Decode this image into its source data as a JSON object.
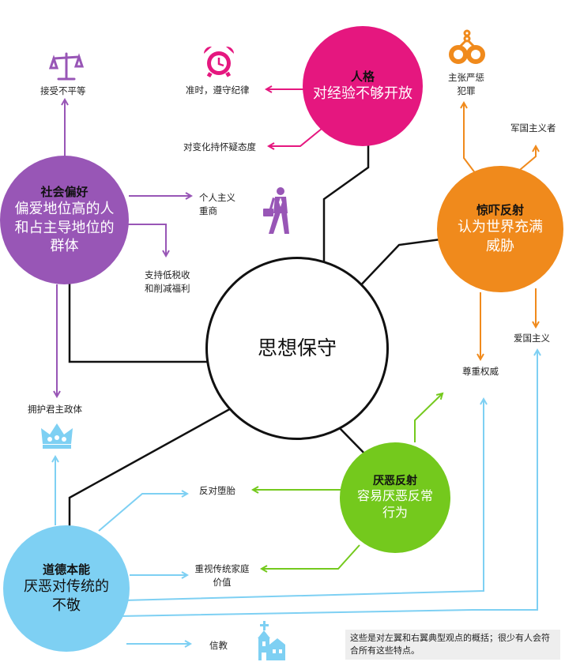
{
  "center": {
    "title": "思想保守"
  },
  "personality": {
    "title": "人格",
    "subtitle": "对经验不够开放"
  },
  "social": {
    "title": "社会偏好",
    "subtitle_line1": "偏爱地位高的人",
    "subtitle_line2": "和占主导地位的",
    "subtitle_line3": "群体"
  },
  "startle": {
    "title": "惊吓反射",
    "subtitle_line1": "认为世界充满",
    "subtitle_line2": "威胁"
  },
  "disgust": {
    "title": "厌恶反射",
    "subtitle_line1": "容易厌恶反常",
    "subtitle_line2": "行为"
  },
  "moral": {
    "title": "道德本能",
    "subtitle_line1": "厌恶对传统的",
    "subtitle_line2": "不敬"
  },
  "labels": {
    "accept_inequality": "接受不平等",
    "punctual": "准时，遵守纪律",
    "suspicious_change": "对变化持怀疑态度",
    "strict_punish_line1": "主张严惩",
    "strict_punish_line2": "犯罪",
    "militarist": "军国主义者",
    "individualism_line1": "个人主义",
    "individualism_line2": "重商",
    "tax_line1": "支持低税收",
    "tax_line2": "和削减福利",
    "patriotism": "爱国主义",
    "respect_authority": "尊重权威",
    "monarchy": "拥护君主政体",
    "anti_abortion": "反对堕胎",
    "family_values_line1": "重视传统家庭",
    "family_values_line2": "价值",
    "religion": "信教"
  },
  "footnote": "这些是对左翼和右翼典型观点的概括；很少有人会符合所有这些特点。",
  "icons": [
    "scales-icon",
    "alarm-clock-icon",
    "handcuffs-icon",
    "businessman-icon",
    "crown-icon",
    "church-icon"
  ],
  "colors": {
    "personality": "#e5177f",
    "social": "#9856b6",
    "startle": "#f08a1c",
    "disgust": "#74c91d",
    "moral": "#7ed0f3",
    "connector": "#111111"
  }
}
